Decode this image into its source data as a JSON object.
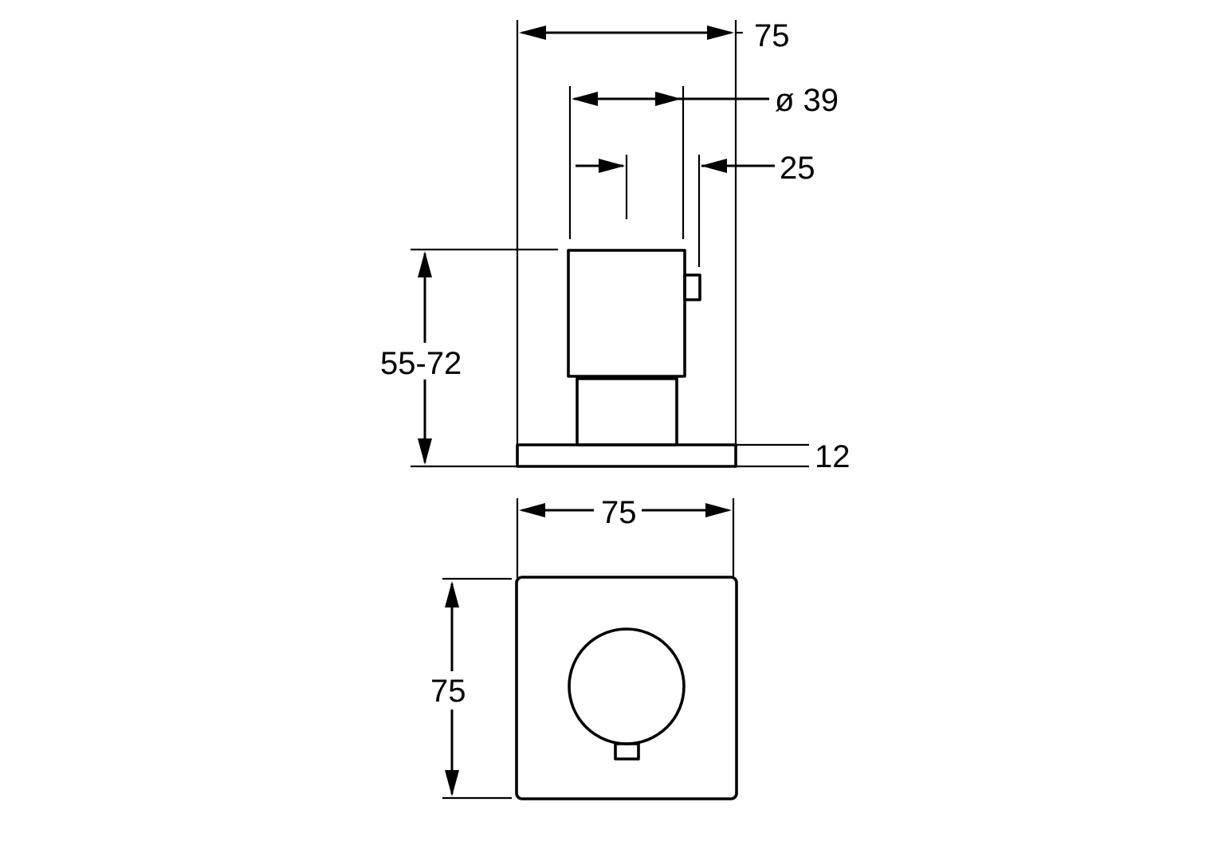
{
  "dimensions": {
    "side_width": "75",
    "knob_diameter": "ø 39",
    "indicator_offset": "25",
    "height": "55-72",
    "plate_thickness": "12",
    "front_width": "75",
    "front_height": "75"
  },
  "colors": {
    "line": "#000000",
    "background": "#ffffff"
  }
}
